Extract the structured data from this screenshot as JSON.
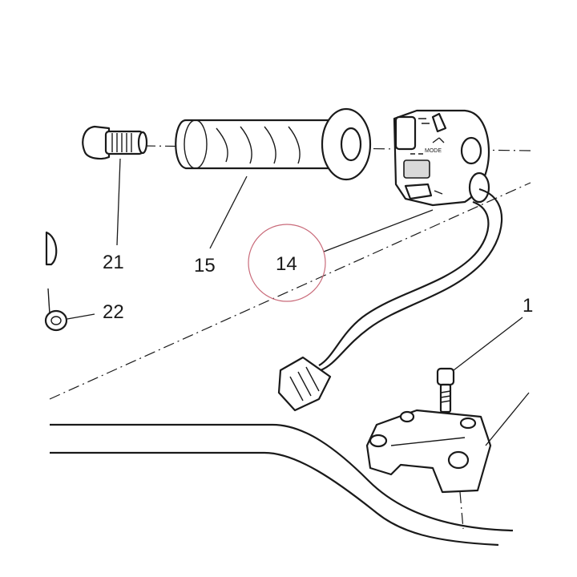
{
  "labels": {
    "grip_end": "21",
    "washer": "22",
    "grip": "15",
    "switch": "14",
    "clamp_partial": "1"
  },
  "highlight": {
    "target_label": "14",
    "circle_color": "#c96b7a"
  },
  "switch_symbols": {
    "mode_text": "MODE"
  },
  "colors": {
    "line": "#1a1a1a",
    "background": "#ffffff"
  }
}
